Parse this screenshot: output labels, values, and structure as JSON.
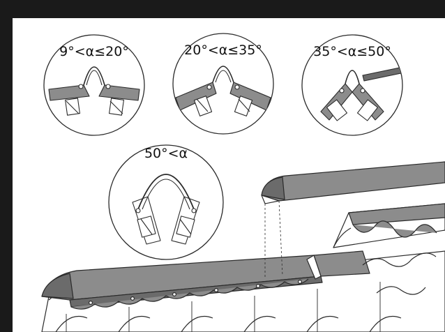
{
  "labels": {
    "range_1": "9°<α≤20°",
    "range_2": "20°<α≤35°",
    "range_3": "35°<α≤50°",
    "range_4": "50°<α"
  },
  "colors": {
    "frame": "#1a1a1a",
    "ridge_dark": "#6b6b6b",
    "ridge_mid": "#8c8c8c",
    "roof_line": "#2a2a2a",
    "panel_bg": "#ffffff"
  }
}
